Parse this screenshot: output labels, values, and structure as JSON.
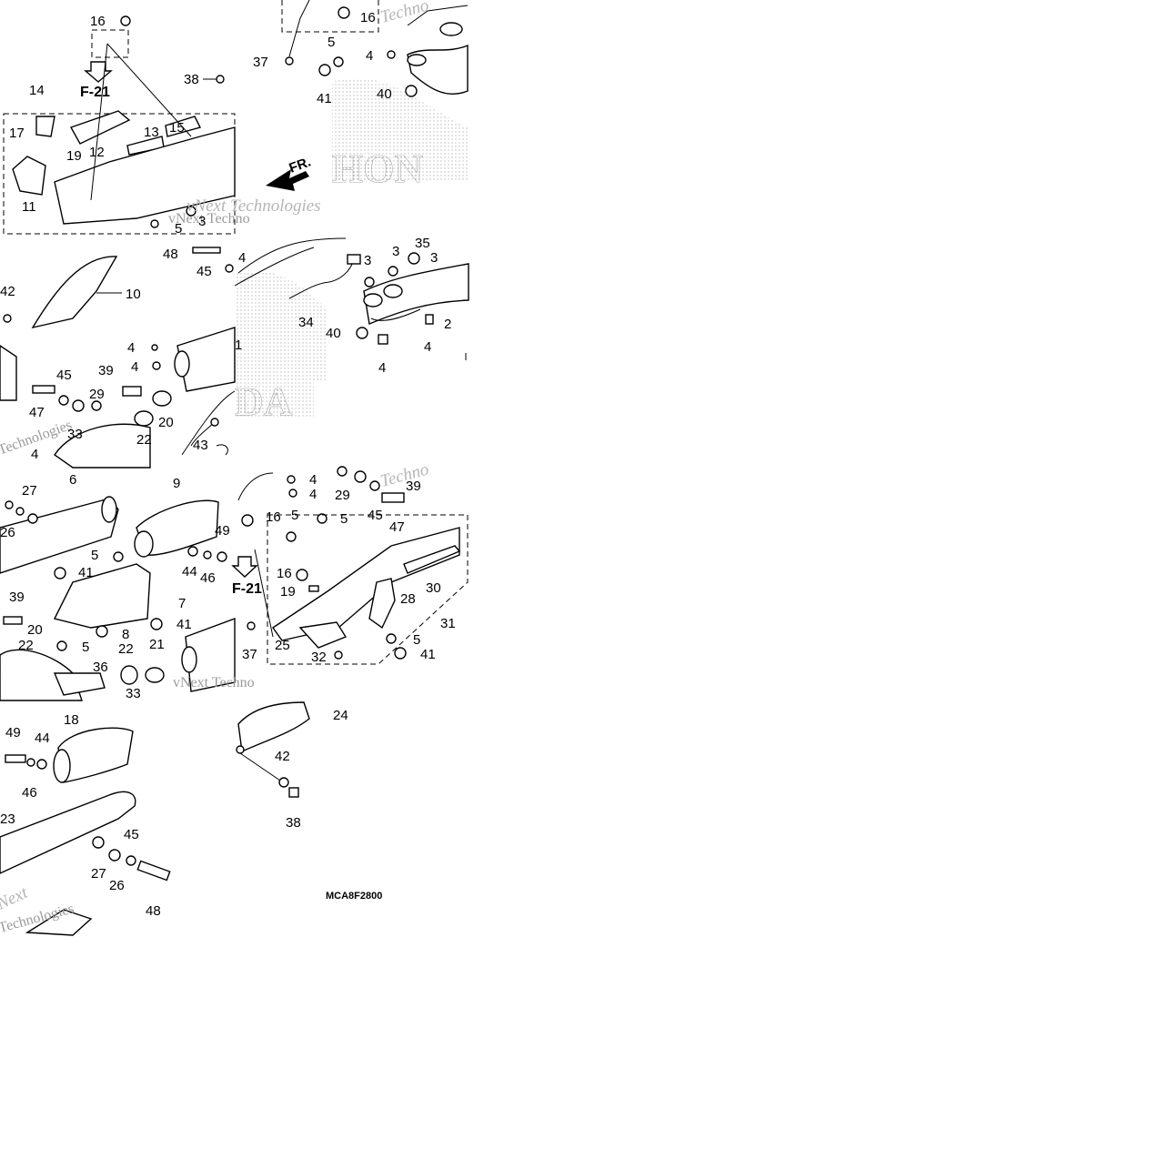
{
  "diagram": {
    "code": "MCA8F2800",
    "brand_text": "HONDA",
    "brand_text_b": "HON",
    "brand_text_c": "DA",
    "direction_label": "FR.",
    "callouts": [
      "F-21",
      "F-21"
    ],
    "watermarks": [
      "vNext Techno",
      "vNext Technologies",
      "Technologies",
      "Next",
      "Techno",
      "Technologies"
    ],
    "labels": [
      {
        "id": "p16a",
        "text": "16"
      },
      {
        "id": "p14",
        "text": "14"
      },
      {
        "id": "p38a",
        "text": "38"
      },
      {
        "id": "p17",
        "text": "17"
      },
      {
        "id": "p12",
        "text": "12"
      },
      {
        "id": "p13",
        "text": "13"
      },
      {
        "id": "p15",
        "text": "15"
      },
      {
        "id": "p19a",
        "text": "19"
      },
      {
        "id": "p11",
        "text": "11"
      },
      {
        "id": "p5a",
        "text": "5"
      },
      {
        "id": "p3a",
        "text": "3"
      },
      {
        "id": "p16b",
        "text": "16"
      },
      {
        "id": "p37a",
        "text": "37"
      },
      {
        "id": "p5b",
        "text": "5"
      },
      {
        "id": "p4a",
        "text": "4"
      },
      {
        "id": "p41a",
        "text": "41"
      },
      {
        "id": "p40a",
        "text": "40"
      },
      {
        "id": "p48a",
        "text": "48"
      },
      {
        "id": "p4b",
        "text": "4"
      },
      {
        "id": "p45a",
        "text": "45"
      },
      {
        "id": "p42a",
        "text": "42"
      },
      {
        "id": "p10",
        "text": "10"
      },
      {
        "id": "p4c",
        "text": "4"
      },
      {
        "id": "p4d",
        "text": "4"
      },
      {
        "id": "p1",
        "text": "1"
      },
      {
        "id": "p45b",
        "text": "45"
      },
      {
        "id": "p39a",
        "text": "39"
      },
      {
        "id": "p29a",
        "text": "29"
      },
      {
        "id": "p47a",
        "text": "47"
      },
      {
        "id": "p33a",
        "text": "33"
      },
      {
        "id": "p20a",
        "text": "20"
      },
      {
        "id": "p22a",
        "text": "22"
      },
      {
        "id": "p43",
        "text": "43"
      },
      {
        "id": "p4e",
        "text": "4"
      },
      {
        "id": "p35",
        "text": "35"
      },
      {
        "id": "p3b",
        "text": "3"
      },
      {
        "id": "p3c",
        "text": "3"
      },
      {
        "id": "p3d",
        "text": "3"
      },
      {
        "id": "p34",
        "text": "34"
      },
      {
        "id": "p2",
        "text": "2"
      },
      {
        "id": "p40b",
        "text": "40"
      },
      {
        "id": "p4f",
        "text": "4"
      },
      {
        "id": "p4g",
        "text": "4"
      },
      {
        "id": "p6",
        "text": "6"
      },
      {
        "id": "p27a",
        "text": "27"
      },
      {
        "id": "p26a",
        "text": "26"
      },
      {
        "id": "p9",
        "text": "9"
      },
      {
        "id": "p49a",
        "text": "49"
      },
      {
        "id": "p5c",
        "text": "5"
      },
      {
        "id": "p41b",
        "text": "41"
      },
      {
        "id": "p44a",
        "text": "44"
      },
      {
        "id": "p46a",
        "text": "46"
      },
      {
        "id": "p7",
        "text": "7"
      },
      {
        "id": "p39b",
        "text": "39"
      },
      {
        "id": "p8",
        "text": "8"
      },
      {
        "id": "p41c",
        "text": "41"
      },
      {
        "id": "p20b",
        "text": "20"
      },
      {
        "id": "p22b",
        "text": "22"
      },
      {
        "id": "p5d",
        "text": "5"
      },
      {
        "id": "p36",
        "text": "36"
      },
      {
        "id": "p22c",
        "text": "22"
      },
      {
        "id": "p21",
        "text": "21"
      },
      {
        "id": "p33b",
        "text": "33"
      },
      {
        "id": "p4h",
        "text": "4"
      },
      {
        "id": "p4i",
        "text": "4"
      },
      {
        "id": "p29b",
        "text": "29"
      },
      {
        "id": "p39c",
        "text": "39"
      },
      {
        "id": "p45c",
        "text": "45"
      },
      {
        "id": "p47b",
        "text": "47"
      },
      {
        "id": "p16c",
        "text": "16"
      },
      {
        "id": "p5e",
        "text": "5"
      },
      {
        "id": "p5f",
        "text": "5"
      },
      {
        "id": "p16d",
        "text": "16"
      },
      {
        "id": "p19b",
        "text": "19"
      },
      {
        "id": "p30",
        "text": "30"
      },
      {
        "id": "p28",
        "text": "28"
      },
      {
        "id": "p31",
        "text": "31"
      },
      {
        "id": "p37b",
        "text": "37"
      },
      {
        "id": "p25",
        "text": "25"
      },
      {
        "id": "p5g",
        "text": "5"
      },
      {
        "id": "p32",
        "text": "32"
      },
      {
        "id": "p41d",
        "text": "41"
      },
      {
        "id": "p49b",
        "text": "49"
      },
      {
        "id": "p18",
        "text": "18"
      },
      {
        "id": "p44b",
        "text": "44"
      },
      {
        "id": "p46b",
        "text": "46"
      },
      {
        "id": "p23",
        "text": "23"
      },
      {
        "id": "p45d",
        "text": "45"
      },
      {
        "id": "p27b",
        "text": "27"
      },
      {
        "id": "p26b",
        "text": "26"
      },
      {
        "id": "p48b",
        "text": "48"
      },
      {
        "id": "p24",
        "text": "24"
      },
      {
        "id": "p42b",
        "text": "42"
      },
      {
        "id": "p38b",
        "text": "38"
      }
    ]
  }
}
